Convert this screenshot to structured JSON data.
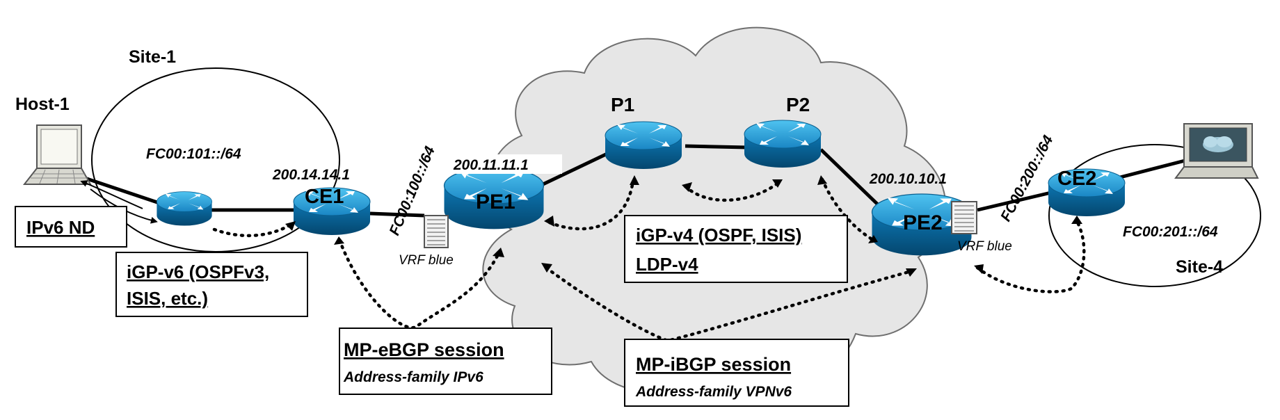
{
  "sites": {
    "site1": "Site-1",
    "site4": "Site-4"
  },
  "hosts": {
    "host1": "Host-1"
  },
  "routers": {
    "ce1": "CE1",
    "pe1": "PE1",
    "p1": "P1",
    "p2": "P2",
    "pe2": "PE2",
    "ce2": "CE2"
  },
  "addresses": {
    "ce1_ip": "200.14.14.1",
    "pe1_ip": "200.11.11.1",
    "pe2_ip": "200.10.10.1",
    "site1_prefix": "FC00:101::/64",
    "ce1_pe1_prefix": "FC00:100::/64",
    "pe2_ce2_prefix": "FC00:200::/64",
    "site4_prefix": "FC00:201::/64"
  },
  "vrf": {
    "pe1": "VRF blue",
    "pe2": "VRF blue"
  },
  "boxes": {
    "ipv6_nd": "IPv6 ND",
    "igp_v6_line1": "iGP-v6 (OSPFv3,",
    "igp_v6_line2": "ISIS, etc.)",
    "igp_v4_line1": "iGP-v4 (OSPF, ISIS)",
    "igp_v4_line2": "LDP-v4",
    "mp_ebgp_title": "MP-eBGP session",
    "mp_ebgp_sub": "Address-family IPv6",
    "mp_ibgp_title": "MP-iBGP session",
    "mp_ibgp_sub": "Address-family VPNv6"
  },
  "colors": {
    "router_top": "#2b9fd6",
    "router_side": "#0a6fa8",
    "cloud_fill": "#e6e6e6",
    "line": "#000000"
  }
}
